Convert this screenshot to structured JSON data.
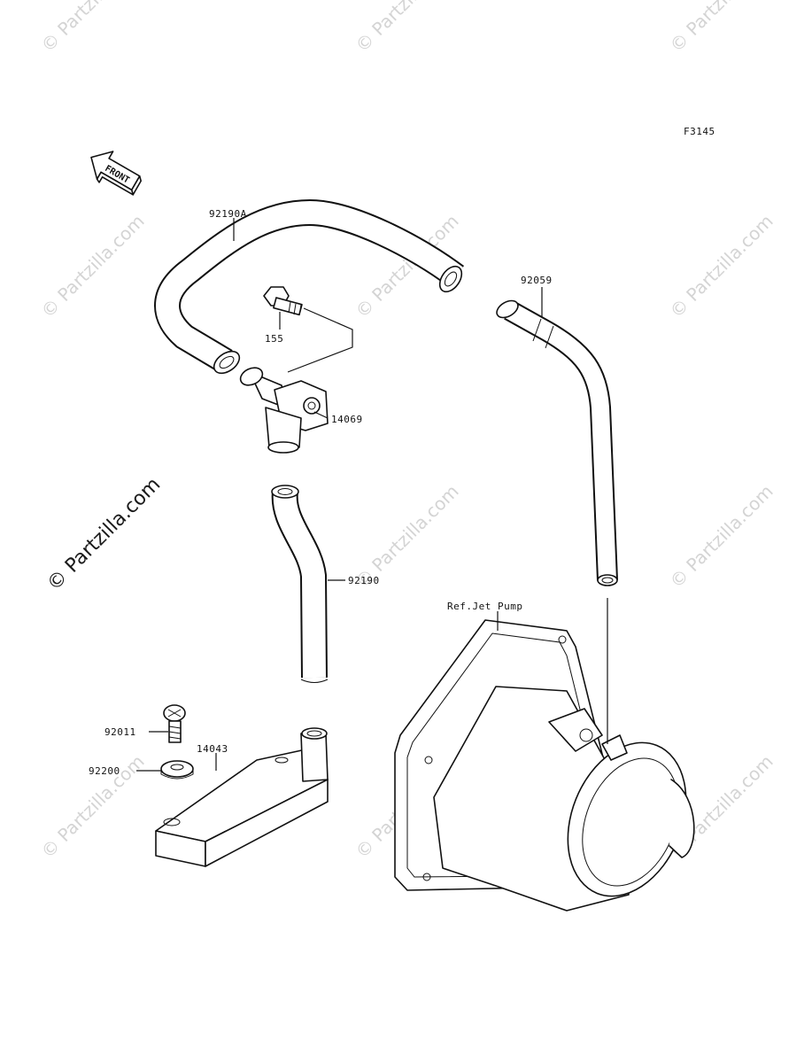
{
  "figure_code": "F3145",
  "front_arrow_label": "FRONT",
  "watermark_text": "© Partzilla.com",
  "callouts": {
    "p92190A": "92190A",
    "p155": "155",
    "p14069": "14069",
    "p92059": "92059",
    "p92190": "92190",
    "ref_jet_pump": "Ref.Jet Pump",
    "p92011": "92011",
    "p14043": "14043",
    "p92200": "92200"
  }
}
